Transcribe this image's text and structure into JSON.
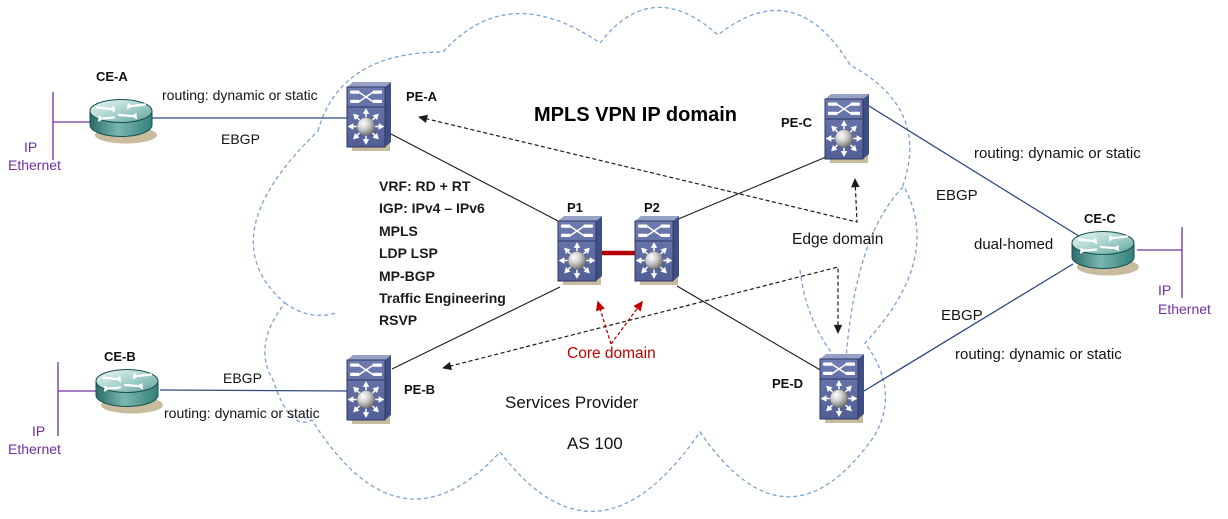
{
  "title": "MPLS VPN IP domain",
  "cloud": {
    "provider": "Services Provider",
    "as_number": "AS 100"
  },
  "domains": {
    "core": "Core domain",
    "edge": "Edge domain"
  },
  "nodes": {
    "ce_a": "CE-A",
    "ce_b": "CE-B",
    "ce_c": "CE-C",
    "pe_a": "PE-A",
    "pe_b": "PE-B",
    "pe_c": "PE-C",
    "pe_d": "PE-D",
    "p1": "P1",
    "p2": "P2"
  },
  "links": {
    "routing": "routing: dynamic or static",
    "ebgp": "EBGP",
    "dual_homed": "dual-homed"
  },
  "features": [
    "VRF: RD + RT",
    "IGP: IPv4 – IPv6",
    "MPLS",
    "LDP LSP",
    "MP-BGP",
    "Traffic Engineering",
    "RSVP"
  ],
  "access": {
    "ip": "IP",
    "ethernet": "Ethernet"
  },
  "colors": {
    "cloud_stroke": "#7aa3d4",
    "core_link_red": "#b00000",
    "core_label_red": "#c00000",
    "ce_link_navy": "#2e4b7c",
    "access_purple": "#7030a0",
    "switch_body": "#5d6ca2",
    "router_teal": "#3c8581",
    "shadow_tan": "#c9bc9e"
  }
}
